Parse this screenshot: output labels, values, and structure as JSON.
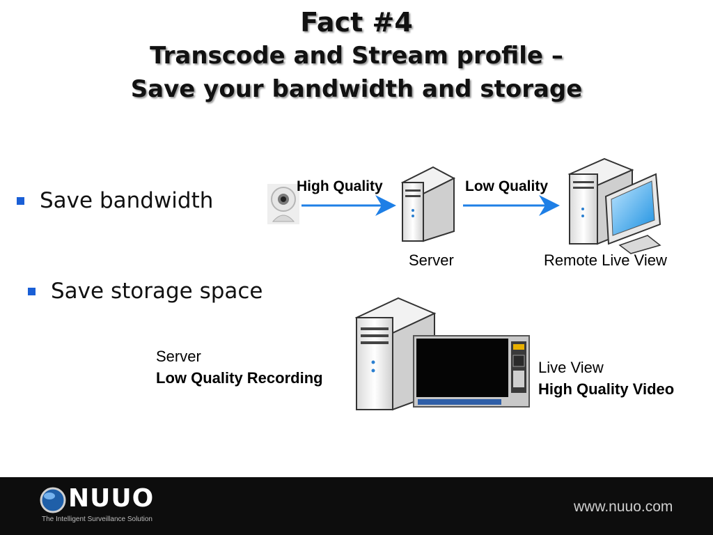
{
  "title": {
    "line1": "Fact #4",
    "line2": "Transcode and Stream profile –",
    "line3": "Save your bandwidth and storage"
  },
  "bullets": [
    {
      "text": "Save bandwidth"
    },
    {
      "text": "Save storage space"
    }
  ],
  "diagram1": {
    "high_quality": "High Quality",
    "low_quality": "Low Quality",
    "server": "Server",
    "remote": "Remote Live View"
  },
  "diagram2": {
    "server": "Server",
    "recording": "Low Quality Recording",
    "live_view": "Live View",
    "video": "High Quality Video"
  },
  "footer": {
    "logo": "NUUO",
    "tagline": "The Intelligent Surveillance Solution",
    "url": "www.nuuo.com"
  },
  "colors": {
    "accent": "#1a5fd6",
    "arrow": "#1e7fe6",
    "footer_bg": "#0d0d0d"
  },
  "icons": [
    "webcam-icon",
    "server-icon",
    "desktop-computer-icon",
    "monitor-player-icon",
    "globe-icon"
  ]
}
